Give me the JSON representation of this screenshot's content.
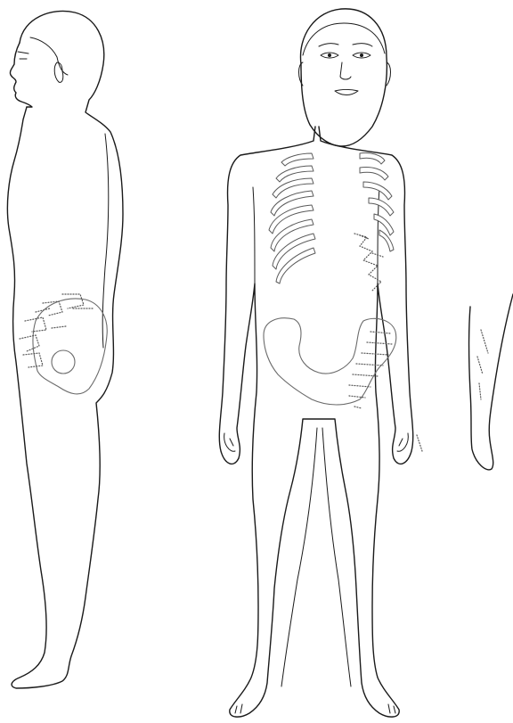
{
  "figure": {
    "views": [
      "side-view",
      "front-view",
      "partial-arm-view"
    ],
    "line_color": "#1a1a1a",
    "bone_outline_color": "#6b6b6b",
    "stipple_color": "#555555",
    "background": "#ffffff"
  }
}
